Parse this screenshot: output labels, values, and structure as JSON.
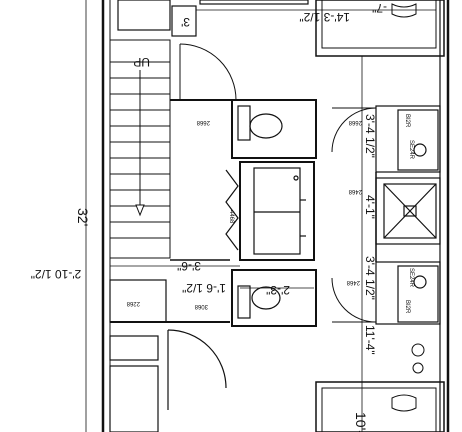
{
  "labels": {
    "overall_height": "32'",
    "left_width": "2'-10 1/2\"",
    "top_length": "14'-3 1/2\"",
    "top_right_partial": "-7\"",
    "top_left_small": "3'",
    "stair_up": "UP",
    "hall_width": "3'-6\"",
    "hall_offset": "1'-6 1/2\"",
    "closet_width": "2'-3\"",
    "right_upper": "3'-4 1/2\"",
    "right_middle": "4'-1\"",
    "right_lower": "3'-4 1/2\"",
    "right_bottom": "11'-4\"",
    "bottom_right": "10'-",
    "door_2668_a": "2668",
    "door_2668_b": "2668",
    "door_2468_a": "2468",
    "door_2468_b": "2468",
    "door_4468": "4468",
    "door_2268": "2268",
    "door_3068": "3068",
    "bath_upper_bi2r": "BI2R",
    "bath_upper_se24r": "SE24R",
    "bath_lower_se24r": "SE24R",
    "bath_lower_bi2r": "BI2R"
  }
}
